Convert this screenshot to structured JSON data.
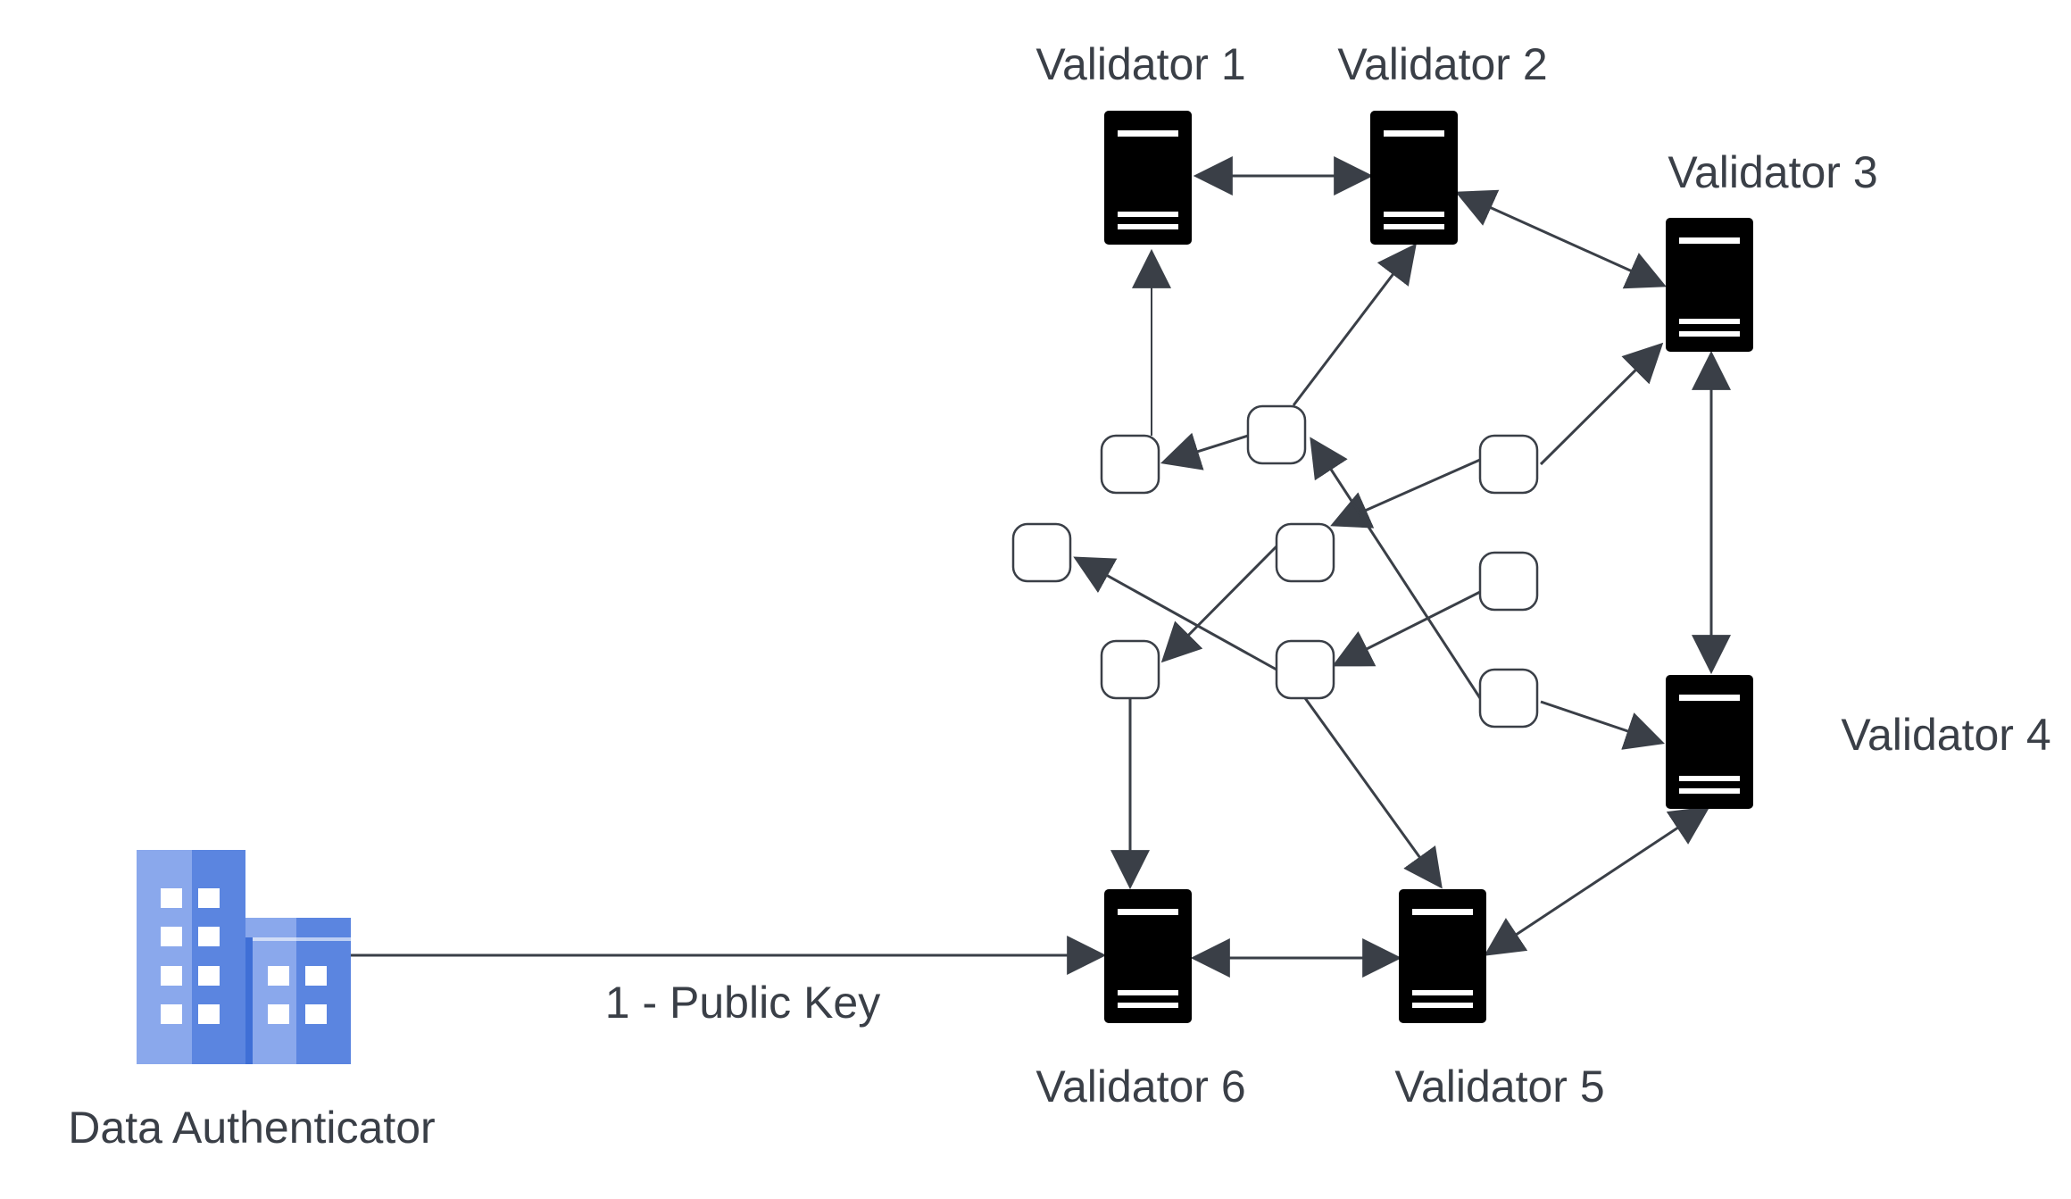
{
  "diagram": {
    "validators": [
      {
        "id": "v1",
        "label": "Validator 1"
      },
      {
        "id": "v2",
        "label": "Validator 2"
      },
      {
        "id": "v3",
        "label": "Validator 3"
      },
      {
        "id": "v4",
        "label": "Validator 4"
      },
      {
        "id": "v5",
        "label": "Validator 5"
      },
      {
        "id": "v6",
        "label": "Validator 6"
      }
    ],
    "authenticator": {
      "label": "Data Authenticator",
      "icon": "building-icon"
    },
    "edge_label": "1 - Public Key",
    "server_icon": "server-icon",
    "colors": {
      "line": "#3a3f47",
      "server": "#000000",
      "building_light": "#8aa8ec",
      "building_dark": "#5b85e0",
      "building_window": "#ffffff"
    }
  }
}
